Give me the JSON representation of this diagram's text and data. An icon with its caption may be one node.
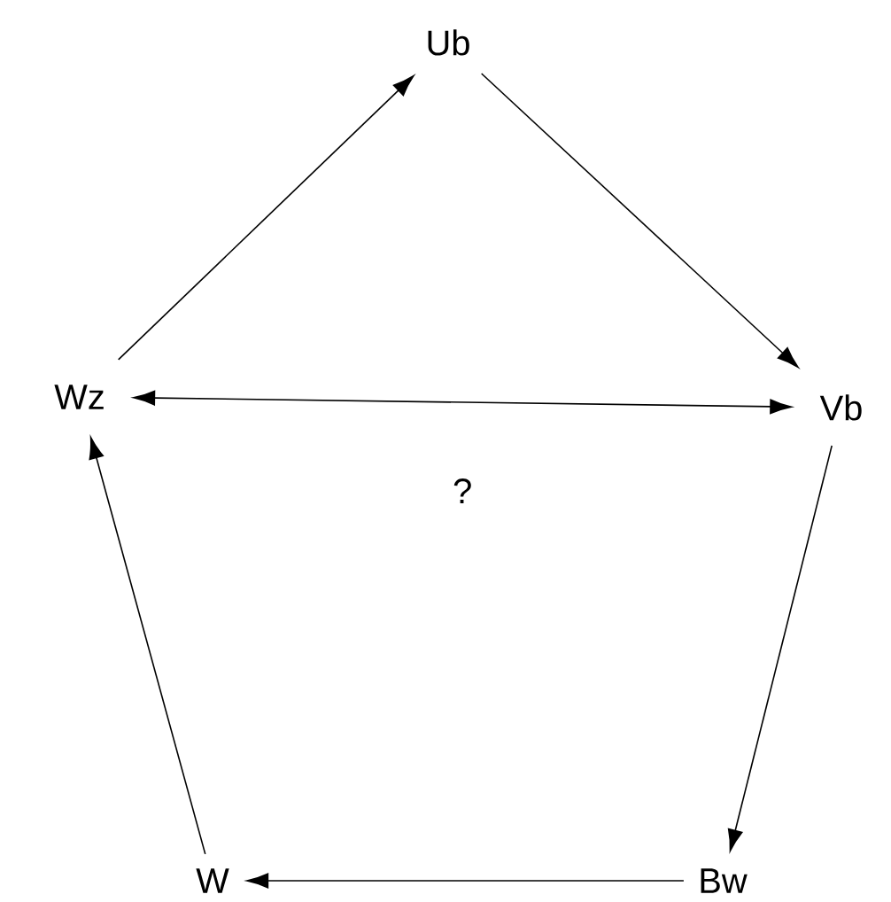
{
  "diagram": {
    "nodes": [
      {
        "text": [
          "Ub"
        ]
      },
      {
        "text": [
          "Vb"
        ]
      },
      {
        "text": [
          "Bw"
        ]
      },
      {
        "text": [
          "W"
        ]
      },
      {
        "text": [
          "Wz"
        ]
      }
    ],
    "edges": [
      {
        "from": 4,
        "to": 0,
        "arrow": "to"
      },
      {
        "from": 0,
        "to": 1,
        "arrow": "to"
      },
      {
        "from": 1,
        "to": 2,
        "arrow": "to"
      },
      {
        "from": 2,
        "to": 3,
        "arrow": "to"
      },
      {
        "from": 3,
        "to": 4,
        "arrow": "to"
      },
      {
        "from": 4,
        "to": 1,
        "arrow": "both",
        "label": "?"
      }
    ]
  }
}
